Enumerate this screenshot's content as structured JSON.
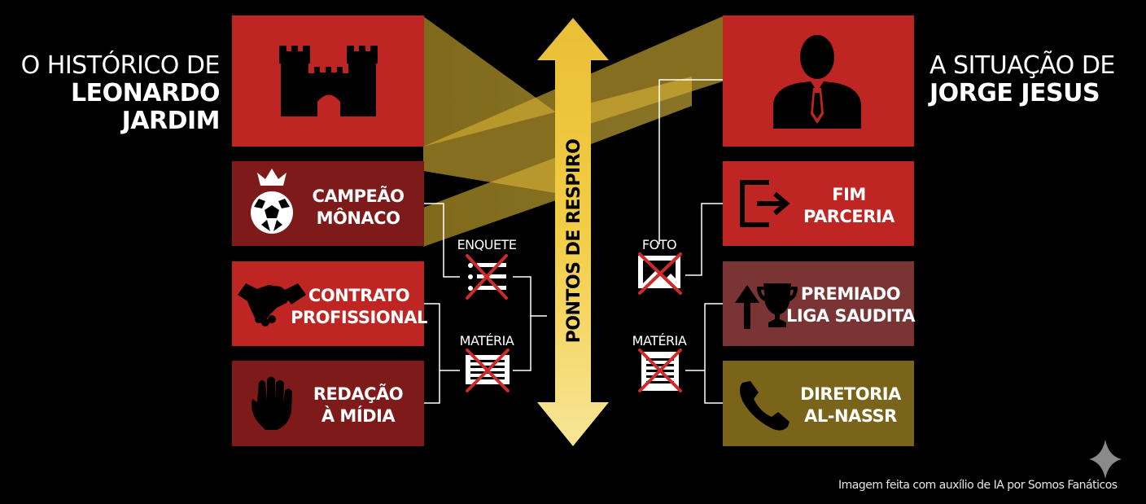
{
  "left_panel": {
    "title_line1": "O HISTÓRICO DE",
    "title_line2": "LEONARDO JARDIM",
    "header_icon": "castle-icon",
    "items": [
      {
        "line1": "CAMPEÃO",
        "line2": "MÔNACO",
        "icon": "crowned-football-icon"
      },
      {
        "line1": "CONTRATO",
        "line2": "PROFISSIONAL",
        "icon": "handshake-icon"
      },
      {
        "line1": "REDAÇÃO",
        "line2": "À MÍDIA",
        "icon": "raised-hand-icon"
      }
    ]
  },
  "right_panel": {
    "title_line1": "A SITUAÇÃO DE",
    "title_line2": "JORGE JESUS",
    "header_icon": "businessman-icon",
    "items": [
      {
        "line1": "FIM",
        "line2": "PARCERIA",
        "icon": "exit-icon"
      },
      {
        "line1": "PREMIADO",
        "line2": "LIGA SAUDITA",
        "icon": "arrow-up-trophy-icon"
      },
      {
        "line1": "DIRETORIA",
        "line2": "AL-NASSR",
        "icon": "phone-icon"
      }
    ]
  },
  "center_label": "PONTOS DE RESPIRO",
  "connectors_left": [
    {
      "label": "ENQUETE",
      "icon": "crossed-list-icon"
    },
    {
      "label": "MATÉRIA",
      "icon": "crossed-document-icon"
    }
  ],
  "connectors_right": [
    {
      "label": "FOTO",
      "icon": "crossed-photo-icon"
    },
    {
      "label": "MATÉRIA",
      "icon": "crossed-document-icon"
    }
  ],
  "footer": "Imagem feita com auxílio de IA por Somos Fanáticos",
  "colors": {
    "red": "#bf2623",
    "dark_red": "#7e1a19",
    "muted_red": "#7a3434",
    "olive": "#7a6419",
    "gold": "#f2cd45",
    "light_gold": "#f6e08a",
    "cross_red": "#cc2b2b"
  }
}
